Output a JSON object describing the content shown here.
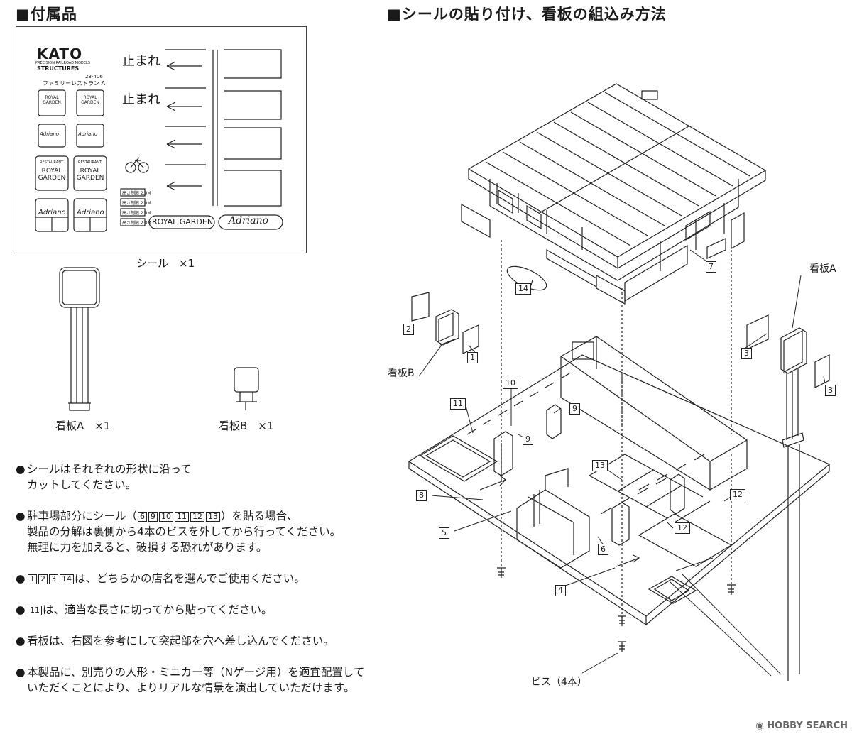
{
  "headings": {
    "accessories": "■付属品",
    "assembly": "■シールの貼り付け、看板の組込み方法"
  },
  "sticker_sheet": {
    "brand": "KATO",
    "brand_tagline": "PRECISION RAILROAD MODELS",
    "brand_sub": "STRUCTURES",
    "product_no": "23-406",
    "product_name": "ファミリーレストラン A",
    "sign_royal": "ROYAL GARDEN",
    "sign_adriano": "Adriano",
    "sign_restaurant": "RESTAURANT",
    "stop_text": "止まれ",
    "height_limit": "高さ制限 2.0M",
    "banner_royal": "ROYAL GARDEN",
    "banner_adriano": "Adriano"
  },
  "captions": {
    "sticker": "シール　×1",
    "sign_a": "看板A　×1",
    "sign_b": "看板B　×1"
  },
  "notes": [
    {
      "line1": "シールはそれぞれの形状に沿って",
      "line2": "カットしてください。"
    },
    {
      "prefix": "駐車場部分にシール（",
      "nums": [
        "6",
        "9",
        "10",
        "11",
        "12",
        "13"
      ],
      "suffix": "）を貼る場合、",
      "line2": "製品の分解は裏側から4本のビスを外してから行ってください。",
      "line3": "無理に力を加えると、破損する恐れがあります。"
    },
    {
      "nums": [
        "1",
        "2",
        "3",
        "14"
      ],
      "suffix": "は、どちらかの店名を選んでご使用ください。"
    },
    {
      "nums": [
        "11"
      ],
      "suffix": "は、適当な長さに切ってから貼ってください。"
    },
    {
      "line1": "看板は、右図を参考にして突起部を穴へ差し込んでください。"
    },
    {
      "line1": "本製品に、別売りの人形・ミニカー等（Nゲージ用）を適宜配置して",
      "line2": "いただくことにより、よりリアルな情景を演出していただけます。"
    }
  ],
  "diagram": {
    "label_sign_a": "看板A",
    "label_sign_b": "看板B",
    "label_screws": "ビス（4本）",
    "callouts": [
      "1",
      "2",
      "3",
      "3",
      "4",
      "5",
      "6",
      "7",
      "8",
      "9",
      "9",
      "10",
      "11",
      "12",
      "12",
      "13",
      "14"
    ]
  },
  "watermark": "HOBBY SEARCH"
}
